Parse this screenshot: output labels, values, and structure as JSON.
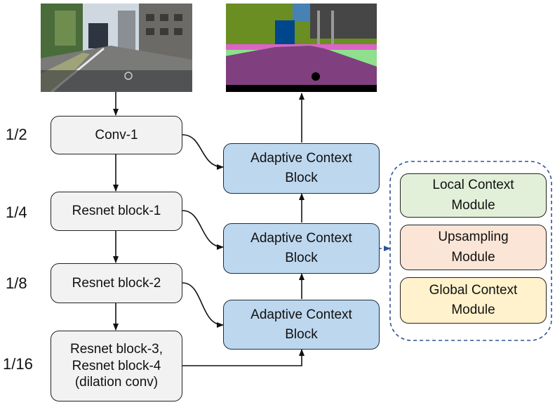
{
  "scales": [
    "1/2",
    "1/4",
    "1/8",
    "1/16"
  ],
  "encoder": {
    "conv1": "Conv-1",
    "resnet1": "Resnet block-1",
    "resnet2": "Resnet block-2",
    "resnet34": "Resnet block-3,\nResnet block-4\n(dilation conv)"
  },
  "acb": {
    "top": "Adaptive Context\nBlock",
    "middle": "Adaptive Context\nBlock",
    "bottom": "Adaptive Context\nBlock"
  },
  "modules": {
    "local": "Local Context\nModule",
    "upsampling": "Upsampling\nModule",
    "global": "Global Context\nModule"
  },
  "colors": {
    "encoder_fill": "#f2f2f2",
    "acb_fill": "#bdd7ee",
    "local_fill": "#e2f0d9",
    "upsampling_fill": "#fbe5d6",
    "global_fill": "#fff2cc",
    "dashed_border": "#2e5597"
  }
}
